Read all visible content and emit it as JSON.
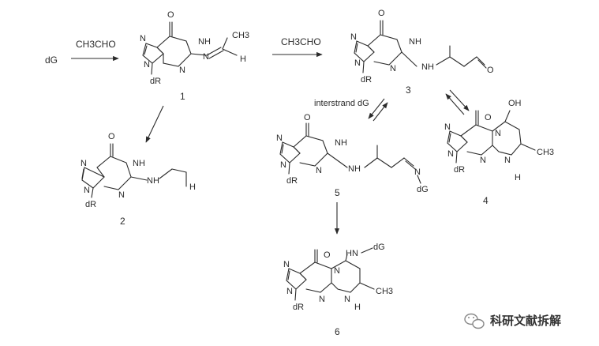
{
  "reactions": {
    "start_material": "dG",
    "reagent_1": "CH3CHO",
    "reagent_2": "CH3CHO",
    "crosslink_label": "interstrand dG"
  },
  "compounds": [
    {
      "number": "1"
    },
    {
      "number": "2"
    },
    {
      "number": "3"
    },
    {
      "number": "4"
    },
    {
      "number": "5"
    },
    {
      "number": "6"
    }
  ],
  "atom_labels": {
    "O": "O",
    "N": "N",
    "NH": "NH",
    "H": "H",
    "OH": "OH",
    "dR": "dR",
    "dG": "dG",
    "HN_dG": "HN",
    "CH3": "CH3"
  },
  "watermark": {
    "text": "科研文献拆解",
    "icon": "wechat-icon"
  }
}
